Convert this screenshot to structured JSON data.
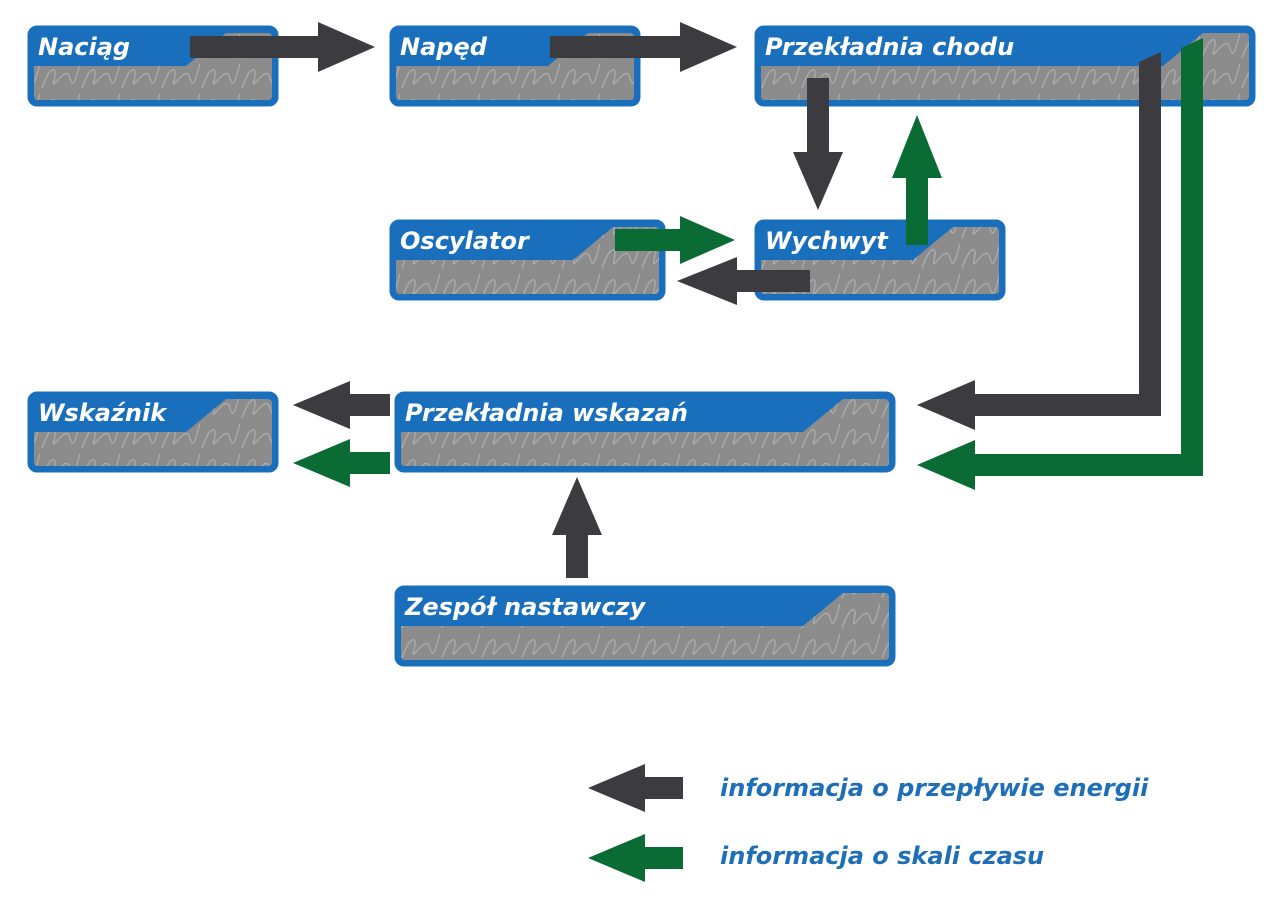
{
  "blocks": {
    "naciag": "Naciąg",
    "naped": "Napęd",
    "przekladnia_chodu": "Przekładnia chodu",
    "oscylator": "Oscylator",
    "wychwyt": "Wychwyt",
    "wskaznik": "Wskaźnik",
    "przekladnia_wskazan": "Przekładnia wskazań",
    "zespol_nastawczy": "Zespół nastawczy"
  },
  "legend": {
    "energy": "informacja o przepływie energii",
    "time": "informacja o skali czasu"
  },
  "colors": {
    "block": "#1a6fbd",
    "block_fill": "#8c8c8c",
    "energy_arrow": "#3b3b40",
    "time_arrow": "#0b6b35",
    "legend_text": "#1f6fb8"
  }
}
